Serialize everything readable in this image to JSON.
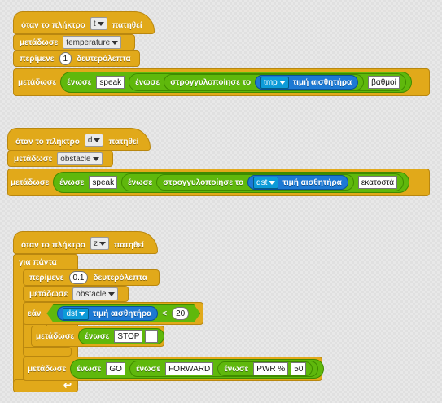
{
  "script1": {
    "hat_prefix": "όταν το πλήκτρο",
    "key": "t",
    "hat_suffix": "πατηθεί",
    "broadcast1_label": "μετάδωσε",
    "broadcast1_msg": "temperature",
    "wait_label": "περίμενε",
    "wait_value": "1",
    "wait_unit": "δευτερόλεπτα",
    "broadcast2_label": "μετάδωσε",
    "join1": "ένωσε",
    "word1": "speak",
    "join2": "ένωσε",
    "round_label": "στρογγυλοποίησε το",
    "sensor": "tmp",
    "sensor_value_label": "τιμή αισθητήρα",
    "word2": "βαθμοί"
  },
  "script2": {
    "hat_prefix": "όταν το πλήκτρο",
    "key": "d",
    "hat_suffix": "πατηθεί",
    "broadcast1_label": "μετάδωσε",
    "broadcast1_msg": "obstacle",
    "broadcast2_label": "μετάδωσε",
    "join1": "ένωσε",
    "word1": "speak",
    "join2": "ένωσε",
    "round_label": "στρογγυλοποίησε το",
    "sensor": "dst",
    "sensor_value_label": "τιμή αισθητήρα",
    "word2": "εκατοστά"
  },
  "script3": {
    "hat_prefix": "όταν το πλήκτρο",
    "key": "z",
    "hat_suffix": "πατηθεί",
    "forever_label": "για πάντα",
    "wait_label": "περίμενε",
    "wait_value": "0.1",
    "wait_unit": "δευτερόλεπτα",
    "broadcast1_label": "μετάδωσε",
    "broadcast1_msg": "obstacle",
    "if_label": "εάν",
    "sensor": "dst",
    "sensor_value_label": "τιμή αισθητήρα",
    "op": "<",
    "threshold": "20",
    "broadcast_stop_label": "μετάδωσε",
    "stop_join": "ένωσε",
    "stop_word": "STOP",
    "stop_word2": "",
    "broadcast_go_label": "μετάδωσε",
    "go_join1": "ένωσε",
    "go_word": "GO",
    "go_join2": "ένωσε",
    "go_word2": "FORWARD",
    "go_join3": "ένωσε",
    "go_word3": "PWR %",
    "go_word4": "50",
    "loop_arrow": "↩"
  },
  "colors": {
    "control": "#e1a91a",
    "operator": "#5fb80c",
    "sensor": "#1d79d4"
  }
}
